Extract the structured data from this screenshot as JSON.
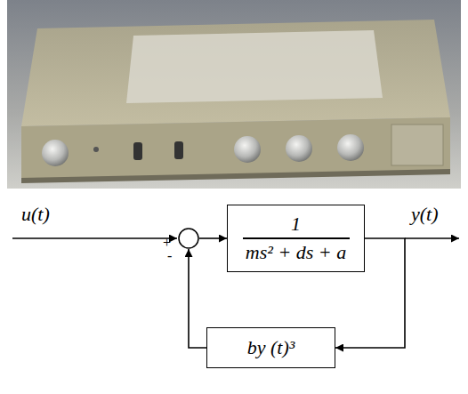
{
  "diagram": {
    "nodes": [
      {
        "text": [
          "+",
          "-"
        ]
      },
      {
        "text": [
          "1",
          "ms² + ds + a"
        ]
      },
      {
        "text": [
          "by (t)³"
        ]
      }
    ],
    "edges": [
      {
        "from": 0,
        "to": 1,
        "arrow": "to"
      },
      {
        "from": 1,
        "to": 2,
        "arrow": "to"
      },
      {
        "from": 2,
        "to": 0,
        "arrow": "to"
      }
    ],
    "labels": [
      "u(t)",
      "y(t)"
    ]
  }
}
